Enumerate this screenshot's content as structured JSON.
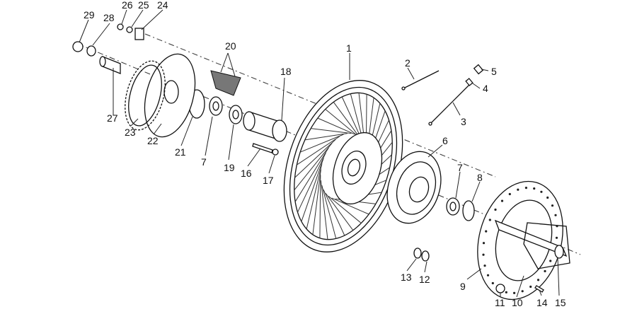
{
  "callouts": [
    "1",
    "2",
    "3",
    "4",
    "5",
    "6",
    "7",
    "8",
    "9",
    "10",
    "11",
    "12",
    "13",
    "14",
    "15",
    "16",
    "17",
    "18",
    "19",
    "20",
    "21",
    "22",
    "23",
    "24",
    "25",
    "26",
    "27",
    "28",
    "29",
    "7"
  ],
  "colors": {
    "ink": "#111111",
    "background": "#ffffff"
  }
}
